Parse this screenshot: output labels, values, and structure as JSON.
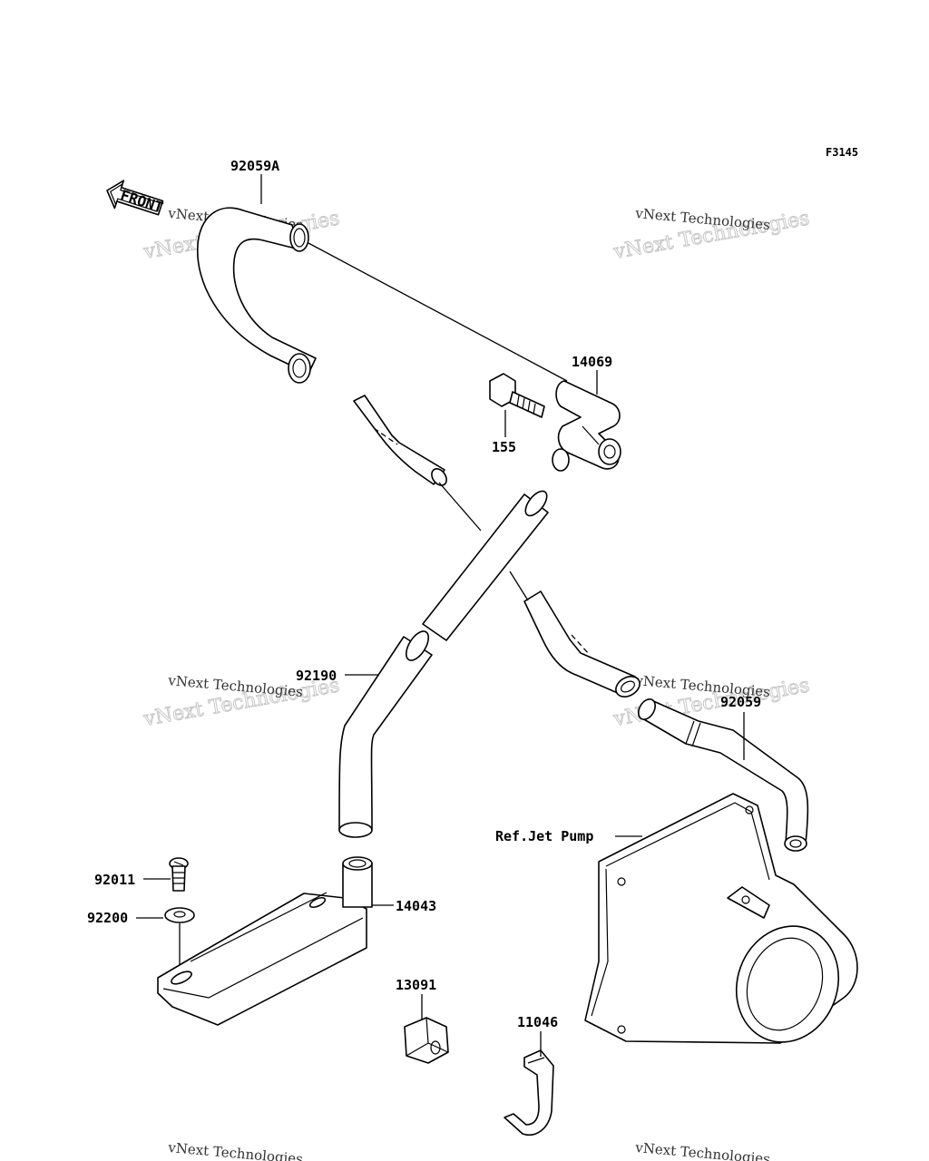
{
  "figure_code": "F3145",
  "front_label": "FRONT",
  "watermark": {
    "line1": "vNext Technologies",
    "line2": "vNext Technologies"
  },
  "parts": [
    {
      "id": "92059A",
      "label": "92059A"
    },
    {
      "id": "14069",
      "label": "14069"
    },
    {
      "id": "155",
      "label": "155"
    },
    {
      "id": "92190",
      "label": "92190"
    },
    {
      "id": "92059",
      "label": "92059"
    },
    {
      "id": "ref-jet-pump",
      "label": "Ref.Jet Pump"
    },
    {
      "id": "92011",
      "label": "92011"
    },
    {
      "id": "92200",
      "label": "92200"
    },
    {
      "id": "14043",
      "label": "14043"
    },
    {
      "id": "13091",
      "label": "13091"
    },
    {
      "id": "11046",
      "label": "11046"
    }
  ]
}
